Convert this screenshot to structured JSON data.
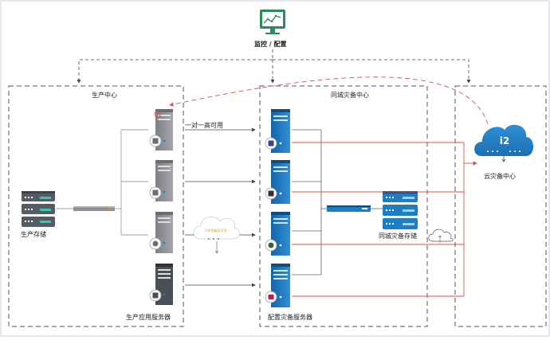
{
  "header": {
    "monitor_label": "监控 / 配置"
  },
  "zones": {
    "production": {
      "title": "生产中心"
    },
    "same_city": {
      "title": "同城灾备中心"
    },
    "cloud": {
      "title": "云灾备中心",
      "logo": "i2"
    }
  },
  "labels": {
    "ha_link": "一对一高可用",
    "prod_storage": "生产存储",
    "prod_servers": "生产应用服务器",
    "dr_storage": "同城灾备存储",
    "dr_servers": "配置灾备服务器",
    "cloud_bubble": "i2应用级高可用"
  },
  "colors": {
    "dashed_frame": "#555555",
    "replication_red": "#d9534f",
    "server_blue": "#1f7ec1",
    "server_gray": "#8e9197",
    "monitor_green": "#2e8b57"
  }
}
